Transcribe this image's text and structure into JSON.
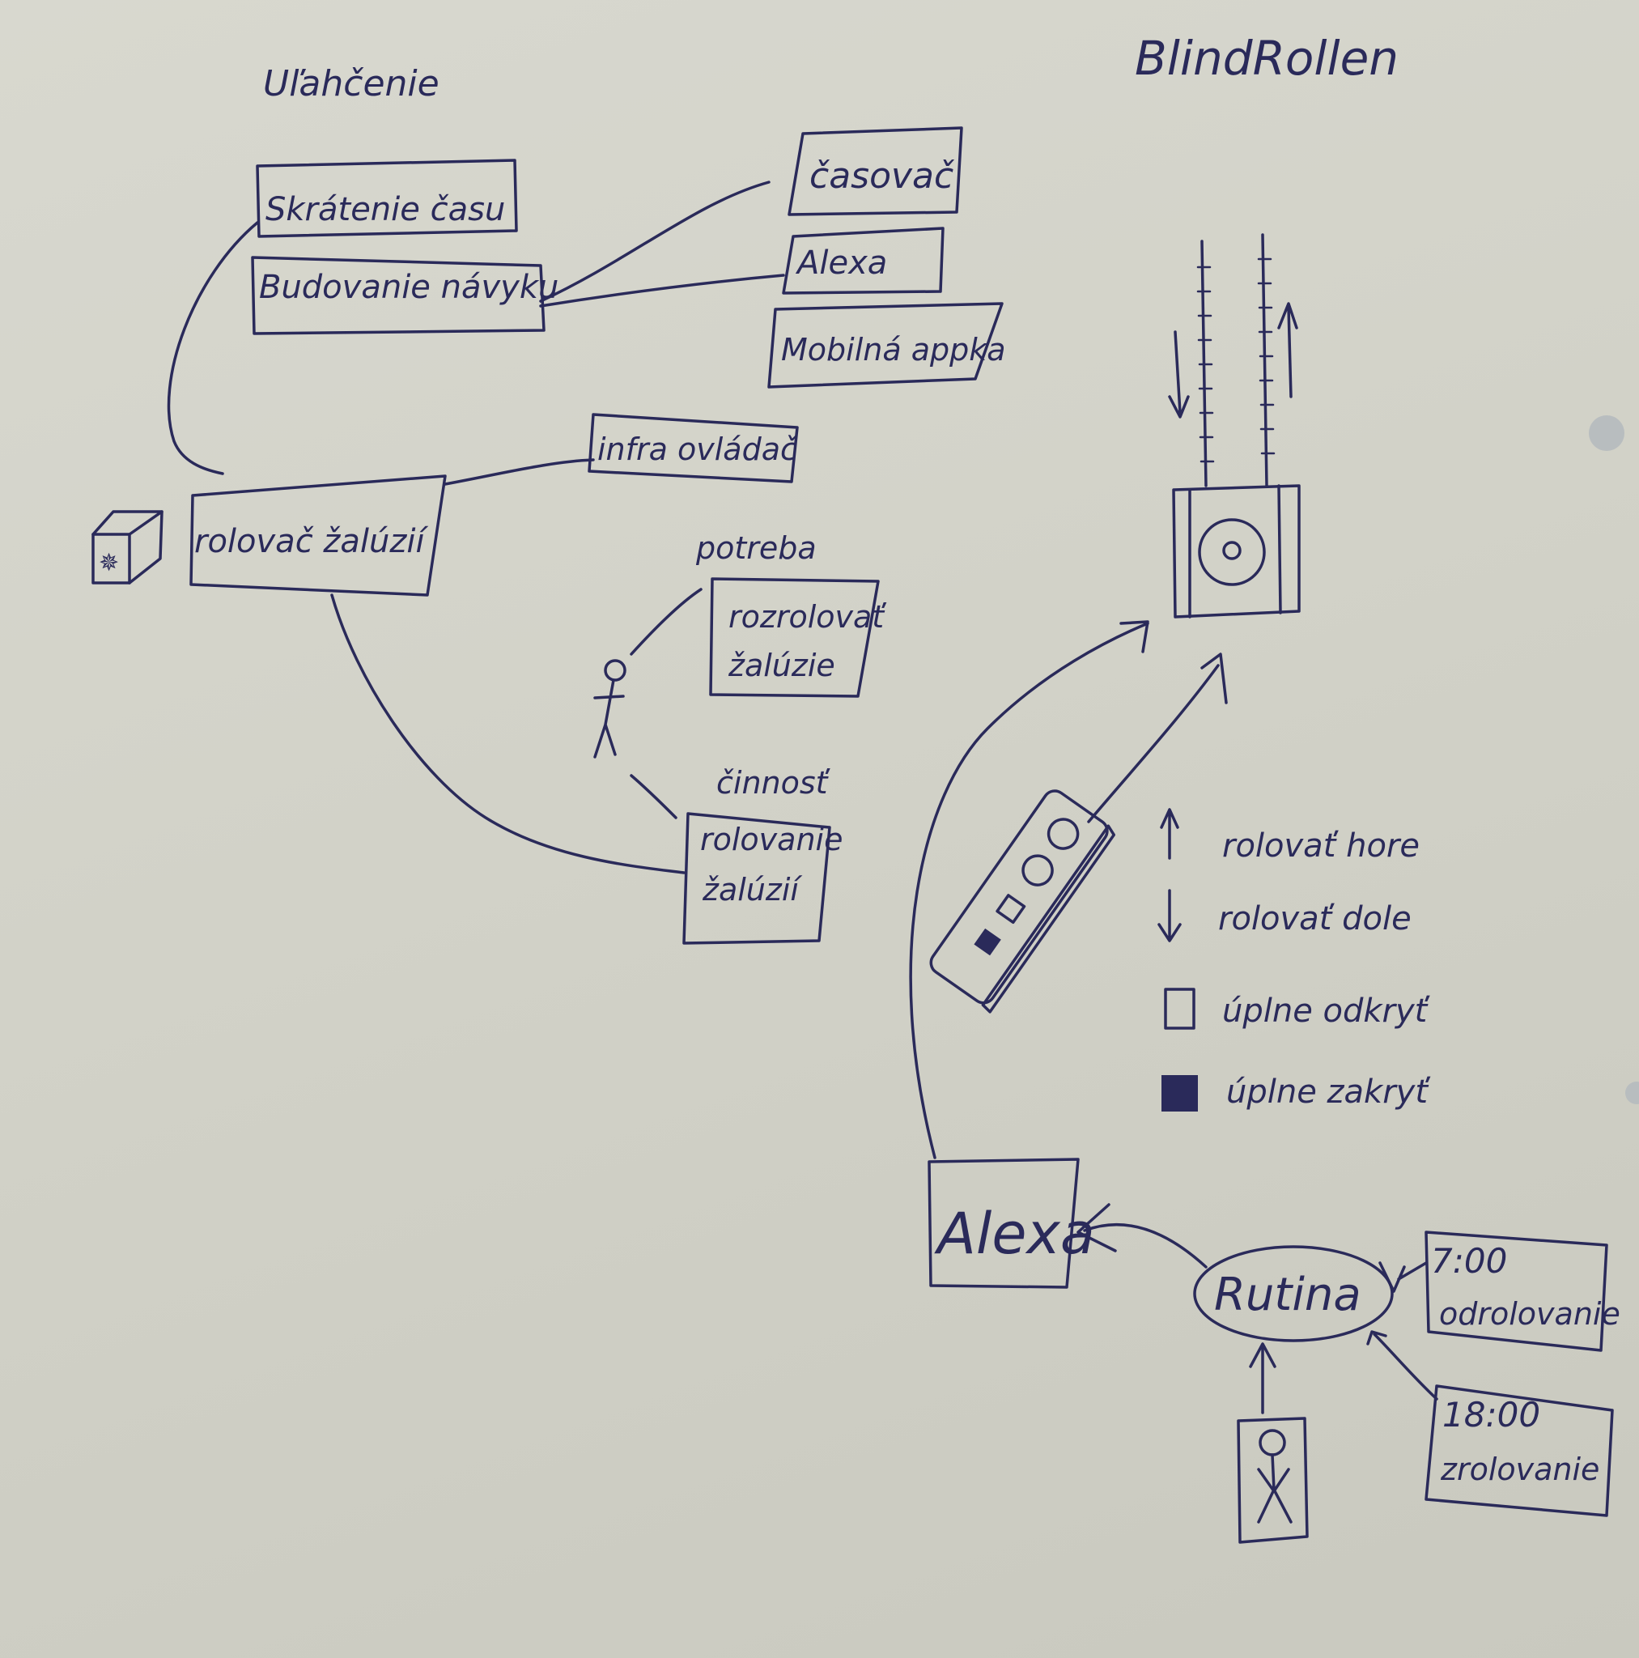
{
  "left": {
    "title": "Uľahčenie",
    "box_skratenie": "Skrátenie času",
    "box_budovanie": "Budovanie návyku",
    "box_casovac": "časovač",
    "box_alexa": "Alexa",
    "box_mobilna": "Mobilná appka",
    "box_infra": "infra ovládač",
    "box_rolovac": "rolovač žalúzií",
    "label_potreba": "potreba",
    "box_potreba_line1": "rozrolovať",
    "box_potreba_line2": "žalúzie",
    "label_cinnost": "činnosť",
    "box_cinnost_line1": "rolovanie",
    "box_cinnost_line2": "žalúzií"
  },
  "right": {
    "title": "BlindRollen",
    "legend": {
      "up": "rolovať hore",
      "down": "rolovať dole",
      "open": "úplne odkryť",
      "close": "úplne zakryť"
    },
    "box_alexa": "Alexa",
    "rutina": "Rutina",
    "time_morning": "7:00",
    "action_morning": "odrolovanie",
    "time_evening": "18:00",
    "action_evening": "zrolovanie"
  },
  "colors": {
    "ink": "#2a2a5a",
    "paper": "#d4d4cb"
  }
}
